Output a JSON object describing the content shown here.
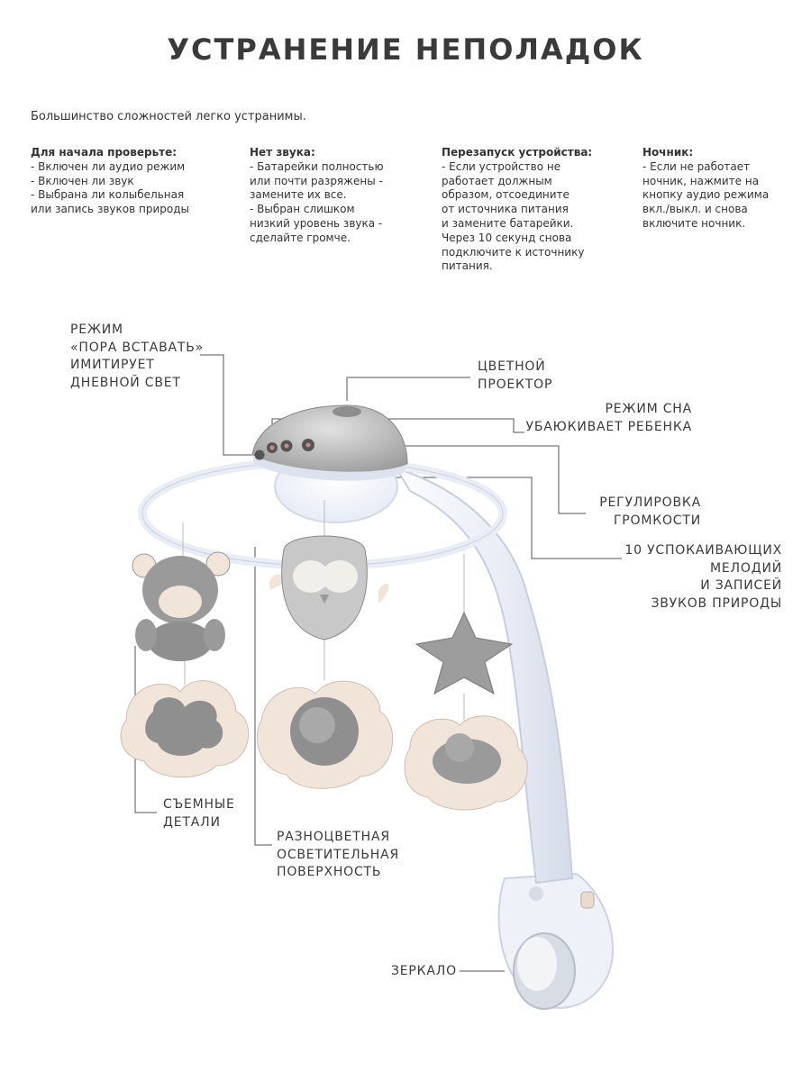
{
  "page": {
    "title": "УСТРАНЕНИЕ НЕПОЛАДОК",
    "intro": "Большинство сложностей легко устранимы."
  },
  "columns": [
    {
      "heading": "Для начала проверьте:",
      "text": "- Включен ли аудио режим\n- Включен ли звук\n- Выбрана ли колыбельная\nили запись звуков природы"
    },
    {
      "heading": "Нет звука:",
      "text": "- Батарейки полностью\nили почти разряжены -\nзамените их все.\n- Выбран слишком\nнизкий уровень звука -\nсделайте громче."
    },
    {
      "heading": "Перезапуск устройства:",
      "text": "- Если устройство не\nработает должным\nобразом, отсоедините\nот источника питания\nи замените батарейки.\nЧерез 10 секунд снова\nподключите к источнику\nпитания."
    },
    {
      "heading": "Ночник:",
      "text": "- Если не работает\nночник, нажмите на\nкнопку аудио режима\nвкл./выкл. и снова\nвключите ночник."
    }
  ],
  "callouts": {
    "wake_mode": "РЕЖИМ\n«ПОРА ВСТАВАТЬ»\nИМИТИРУЕТ\nДНЕВНОЙ СВЕТ",
    "projector": "ЦВЕТНОЙ\nПРОЕКТОР",
    "sleep_mode": "РЕЖИМ СНА\nУБАЮКИВАЕТ РЕБЕНКА",
    "volume": "РЕГУЛИРОВКА\nГРОМКОСТИ",
    "melodies": "10 УСПОКАИВАЮЩИХ\nМЕЛОДИЙ\nИ ЗАПИСЕЙ\nЗВУКОВ ПРИРОДЫ",
    "removable": "СЪЕМНЫЕ\nДЕТАЛИ",
    "surface": "РАЗНОЦВЕТНАЯ\nОСВЕТИТЕЛЬНАЯ\nПОВЕРХНОСТЬ",
    "mirror": "ЗЕРКАЛО"
  },
  "colors": {
    "text": "#3a3a3a",
    "toy_gray": "#9a9a9a",
    "cream": "#f1e4d8",
    "arm_white": "#f4f6fb"
  }
}
